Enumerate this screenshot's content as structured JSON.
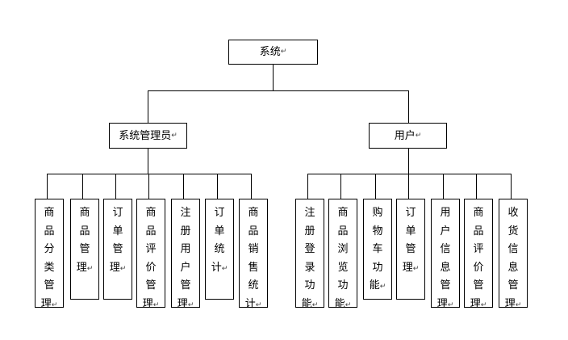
{
  "root": {
    "label": "系统",
    "mark": "↵"
  },
  "branches": [
    {
      "label": "系统管理员",
      "mark": "↵",
      "children": [
        {
          "chars": [
            "商",
            "品",
            "分",
            "类",
            "管",
            "理"
          ],
          "mark": "↵"
        },
        {
          "chars": [
            "商",
            "品",
            "管",
            "理"
          ],
          "mark": "↵"
        },
        {
          "chars": [
            "订",
            "单",
            "管",
            "理"
          ],
          "mark": "↵"
        },
        {
          "chars": [
            "商",
            "品",
            "评",
            "价",
            "管",
            "理"
          ],
          "mark": "↵"
        },
        {
          "chars": [
            "注",
            "册",
            "用",
            "户",
            "管",
            "理"
          ],
          "mark": "↵"
        },
        {
          "chars": [
            "订",
            "单",
            "统",
            "计"
          ],
          "mark": "↵"
        },
        {
          "chars": [
            "商",
            "品",
            "销",
            "售",
            "统",
            "计"
          ],
          "mark": "↵"
        }
      ]
    },
    {
      "label": "用户",
      "mark": "↵",
      "children": [
        {
          "chars": [
            "注",
            "册",
            "登",
            "录",
            "功",
            "能"
          ],
          "mark": "↵"
        },
        {
          "chars": [
            "商",
            "品",
            "浏",
            "览",
            "功",
            "能"
          ],
          "mark": "↵"
        },
        {
          "chars": [
            "购",
            "物",
            "车",
            "功",
            "能"
          ],
          "mark": "↵"
        },
        {
          "chars": [
            "订",
            "单",
            "管",
            "理"
          ],
          "mark": "↵"
        },
        {
          "chars": [
            "用",
            "户",
            "信",
            "息",
            "管",
            "理"
          ],
          "mark": "↵"
        },
        {
          "chars": [
            "商",
            "品",
            "评",
            "价",
            "管",
            "理"
          ],
          "mark": "↵"
        },
        {
          "chars": [
            "收",
            "货",
            "信",
            "息",
            "管",
            "理"
          ],
          "mark": "↵"
        }
      ]
    }
  ]
}
